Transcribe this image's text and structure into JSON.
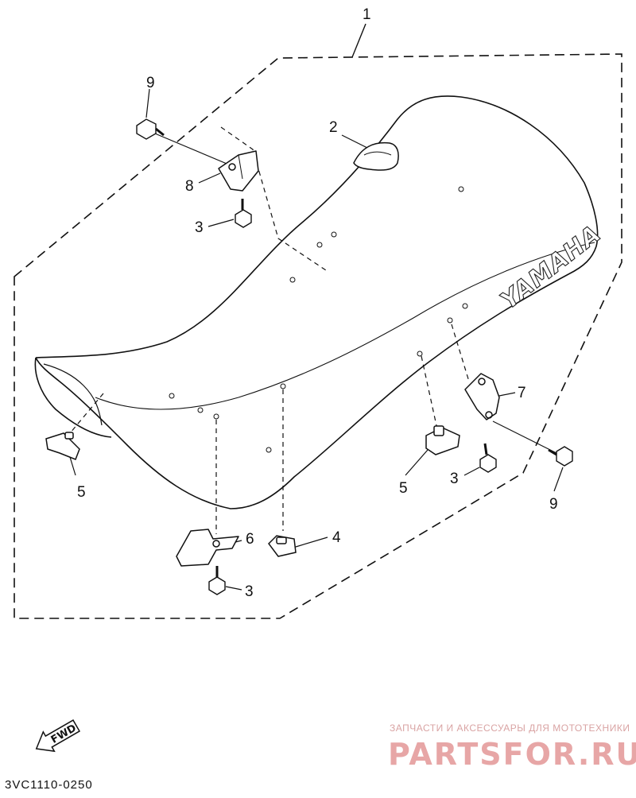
{
  "diagram": {
    "brand_text": "YAMAHA",
    "catalog_code": "3VC1110-0250",
    "fwd_label": "FWD",
    "callouts": {
      "c1": "1",
      "c2": "2",
      "c3a": "3",
      "c3b": "3",
      "c3c": "3",
      "c4": "4",
      "c5a": "5",
      "c5b": "5",
      "c6": "6",
      "c7": "7",
      "c8": "8",
      "c9a": "9",
      "c9b": "9"
    }
  },
  "watermark": {
    "tagline": "ЗАПЧАСТИ И АКСЕССУАРЫ ДЛЯ МОТОТЕХНИКИ",
    "site": "PARTSFOR.RU"
  },
  "colors": {
    "ink": "#111111",
    "watermark": "#e7a6a6"
  }
}
